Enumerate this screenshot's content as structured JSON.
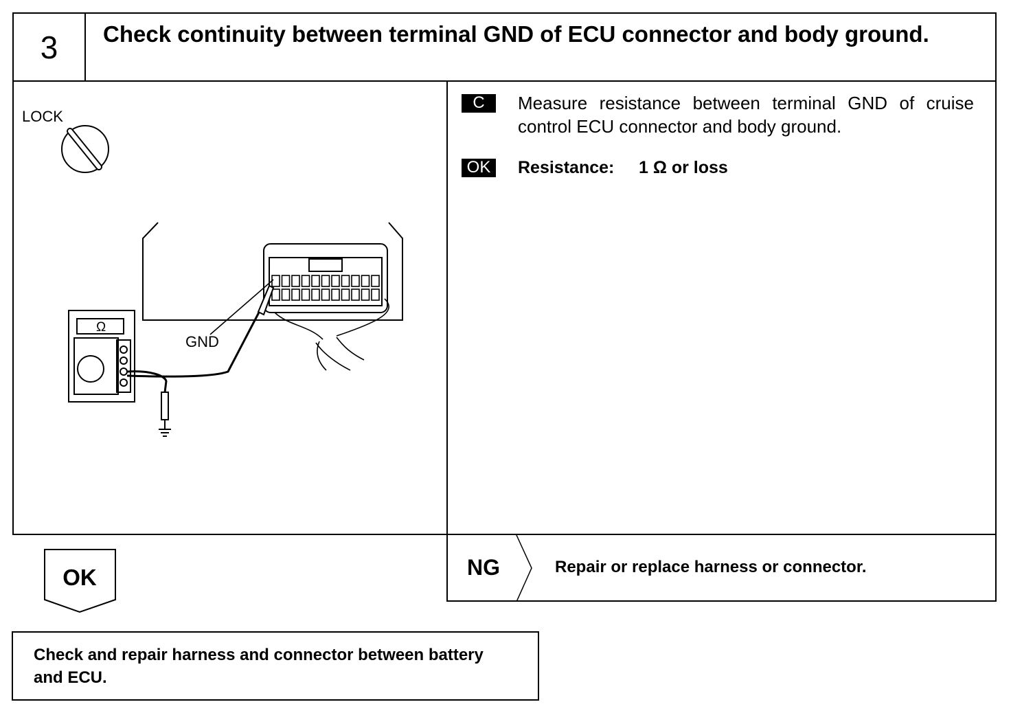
{
  "step": {
    "number": "3",
    "title": "Check continuity between terminal GND of ECU connector and body ground."
  },
  "figure": {
    "lock_label": "LOCK",
    "gnd_label": "GND",
    "ohm_symbol": "Ω"
  },
  "instruction": {
    "c_tag": "C",
    "text": "Measure resistance between terminal GND of cruise control ECU connector and body ground.",
    "ok_tag": "OK",
    "spec_label": "Resistance:",
    "spec_value": "1 Ω or loss"
  },
  "ng_branch": {
    "label": "NG",
    "action": "Repair or replace harness or connector."
  },
  "ok_branch": {
    "label": "OK",
    "action": "Check and repair harness and connector between battery and ECU."
  }
}
